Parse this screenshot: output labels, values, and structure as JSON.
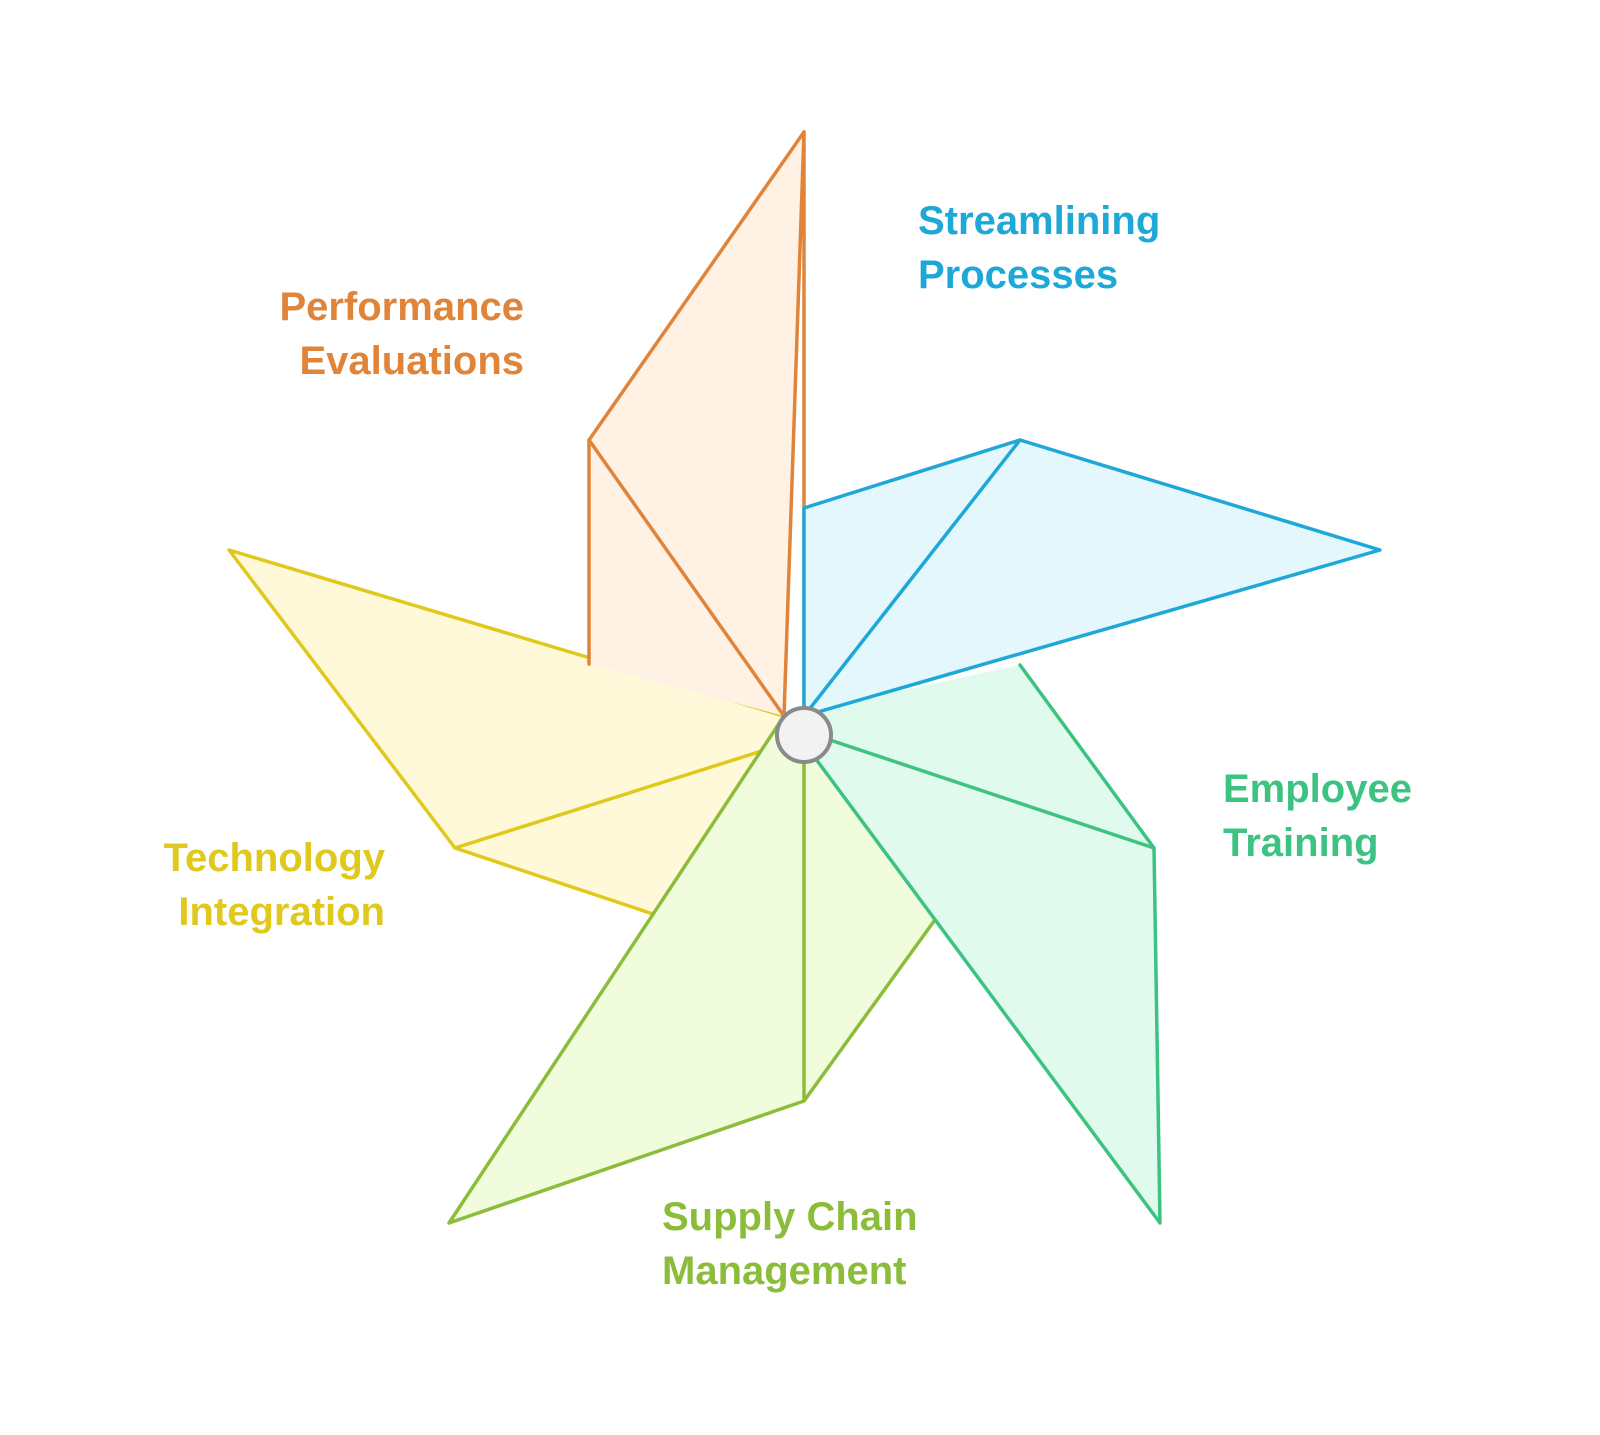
{
  "diagram": {
    "segments": [
      {
        "id": "streamlining",
        "lines": [
          "Streamlining",
          "Processes"
        ],
        "stroke": "#1ea8d8",
        "fill": "#e4f7fd"
      },
      {
        "id": "employee",
        "lines": [
          "Employee",
          "Training"
        ],
        "stroke": "#3cc281",
        "fill": "#e0fbee"
      },
      {
        "id": "supply",
        "lines": [
          "Supply Chain",
          "Management"
        ],
        "stroke": "#8cbd3a",
        "fill": "#f1fcdc"
      },
      {
        "id": "technology",
        "lines": [
          "Technology",
          "Integration"
        ],
        "stroke": "#e0c81c",
        "fill": "#fff9da"
      },
      {
        "id": "performance",
        "lines": [
          "Performance",
          "Evaluations"
        ],
        "stroke": "#e0843a",
        "fill": "#fff1e4"
      }
    ],
    "hub": {
      "stroke": "#8a8a8a",
      "fill": "#f2f2f2"
    }
  }
}
